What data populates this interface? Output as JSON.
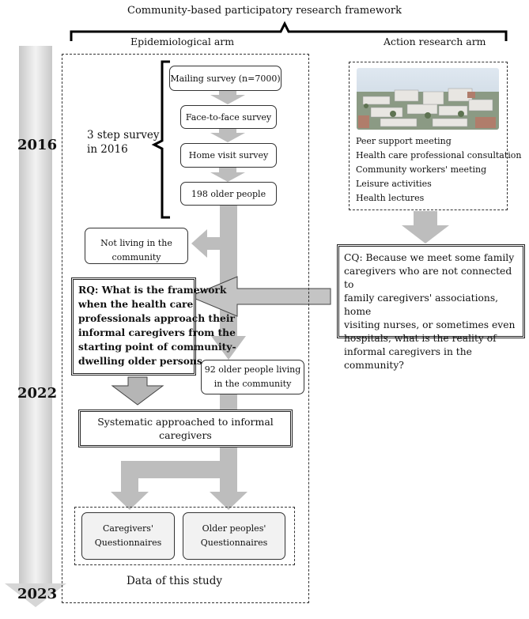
{
  "title": "Community-based participatory research framework",
  "arms": {
    "epidemiological": "Epidemiological arm",
    "action": "Action research arm"
  },
  "timeline": {
    "years": [
      "2016",
      "2022",
      "2023"
    ]
  },
  "survey": {
    "label_line1": "3 step survey",
    "label_line2": "in 2016",
    "steps": [
      "Mailing survey (n=7000)",
      "Face-to-face survey",
      "Home visit survey",
      "198 older people"
    ]
  },
  "not_living": {
    "line1": "Not living in the",
    "line2": "community"
  },
  "living": {
    "line1": "92 older people living",
    "line2": "in the community"
  },
  "action_list": [
    "Peer support meeting",
    "Health care professional consultation",
    "Community workers' meeting",
    "Leisure activities",
    "Health lectures"
  ],
  "photo_description_icon": "aerial-housing-complex-photo",
  "cq": {
    "lines": [
      "CQ: Because we meet some family",
      "caregivers who are not connected to",
      "family caregivers' associations, home",
      "visiting nurses, or sometimes even",
      "hospitals, what is the reality of",
      "informal caregivers in the community?"
    ]
  },
  "rq": {
    "lines": [
      "RQ: What is the framework",
      "when the health care",
      "professionals approach their",
      "informal caregivers from the",
      "starting point of community-",
      "dwelling older persons"
    ]
  },
  "systematic": {
    "line1": "Systematic approached to informal",
    "line2": "caregivers"
  },
  "questionnaires": {
    "caregivers_line1": "Caregivers'",
    "caregivers_line2": "Questionnaires",
    "older_line1": "Older peoples'",
    "older_line2": "Questionnaires"
  },
  "data_label": "Data of this study",
  "colors": {
    "arrow_gray": "#bdbdbd",
    "timeline_gray": "#d8d8d8",
    "border": "#333333"
  }
}
